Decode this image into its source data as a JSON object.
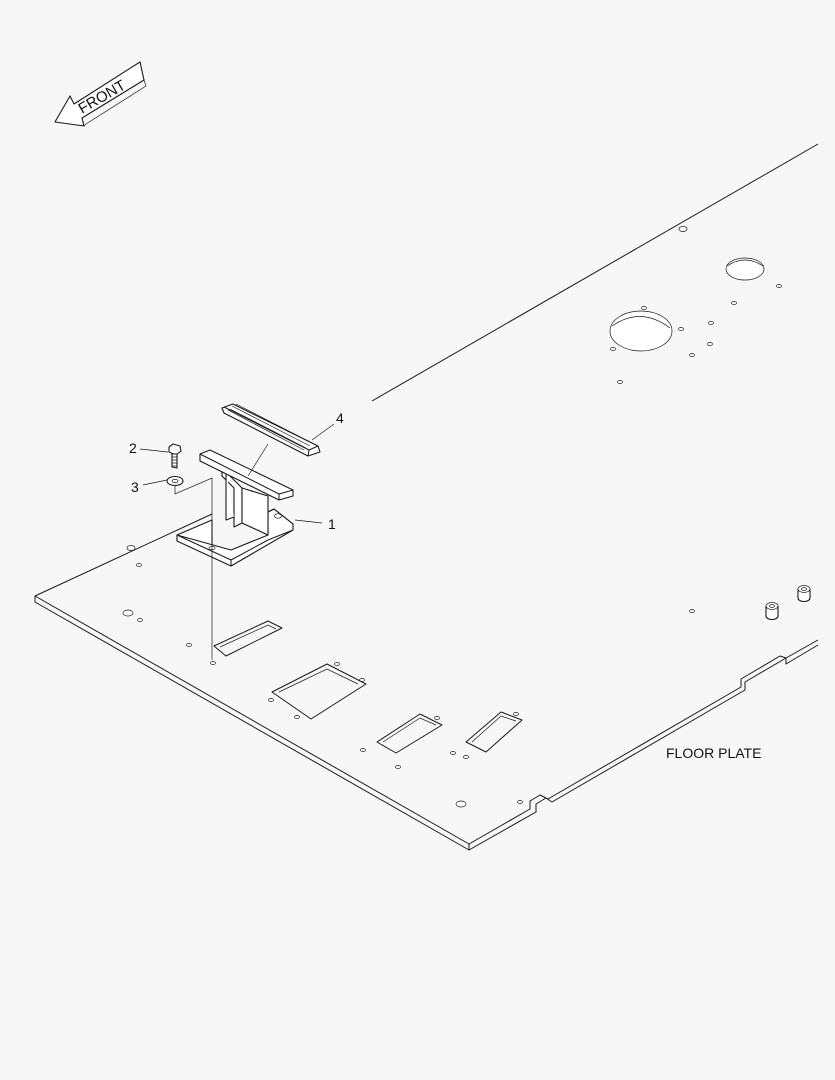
{
  "direction_arrow": {
    "label": "FRONT"
  },
  "callouts": [
    {
      "number": "1",
      "part": "pedal bracket"
    },
    {
      "number": "2",
      "part": "bolt"
    },
    {
      "number": "3",
      "part": "washer"
    },
    {
      "number": "4",
      "part": "pedal pad"
    }
  ],
  "assembly_label": "FLOOR PLATE"
}
